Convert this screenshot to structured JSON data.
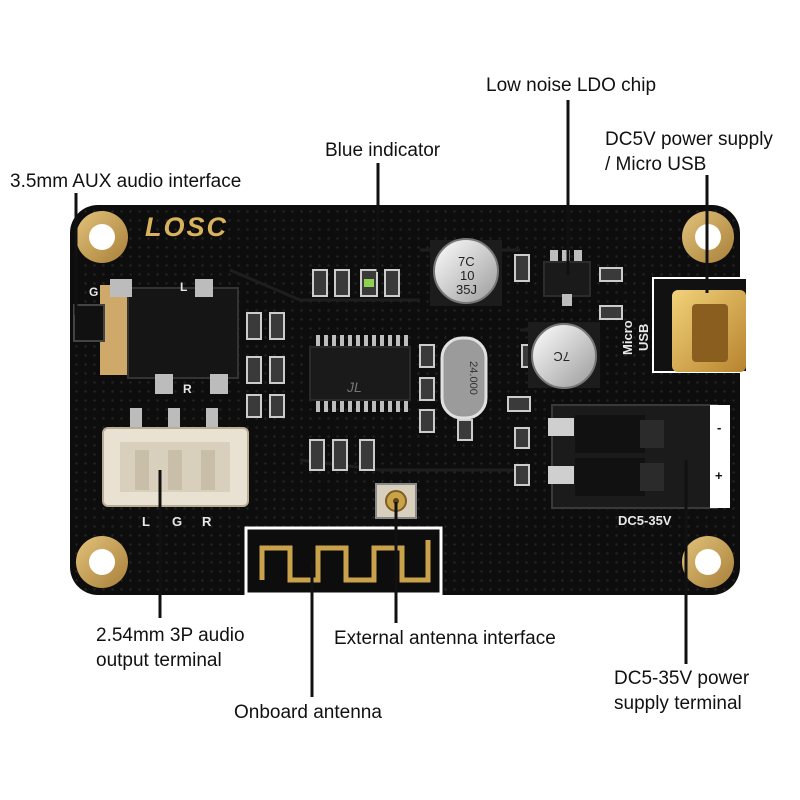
{
  "board": {
    "logo": "LOSC",
    "jack_pins": [
      "G",
      "L",
      "R"
    ],
    "terminal_pins": [
      "L",
      "G",
      "R"
    ],
    "chip_marking": "JL",
    "crystal_marking": "24.000",
    "cap_marking": [
      "7C",
      "10",
      "35J"
    ],
    "usb_silkscreen": [
      "Micro",
      "USB"
    ],
    "dc_silkscreen": "DC5-35V",
    "polarity": [
      "-",
      "+"
    ],
    "colors": {
      "board": "#0d0d0d",
      "gold": "#c9a24a",
      "connector": "#e9e2d2",
      "terminal": "#1b1b1b",
      "indicator": "#8fd14f"
    }
  },
  "labels": {
    "aux": "3.5mm AUX audio interface",
    "blue_indicator": "Blue indicator",
    "ldo": "Low noise LDO chip",
    "dc5v_line1": "DC5V power supply",
    "dc5v_line2": "/ Micro USB",
    "output_line1": "2.54mm 3P audio",
    "output_line2": "output terminal",
    "ext_antenna": "External antenna interface",
    "onboard_antenna": "Onboard antenna",
    "dc35_line1": "DC5-35V power",
    "dc35_line2": "supply terminal"
  }
}
